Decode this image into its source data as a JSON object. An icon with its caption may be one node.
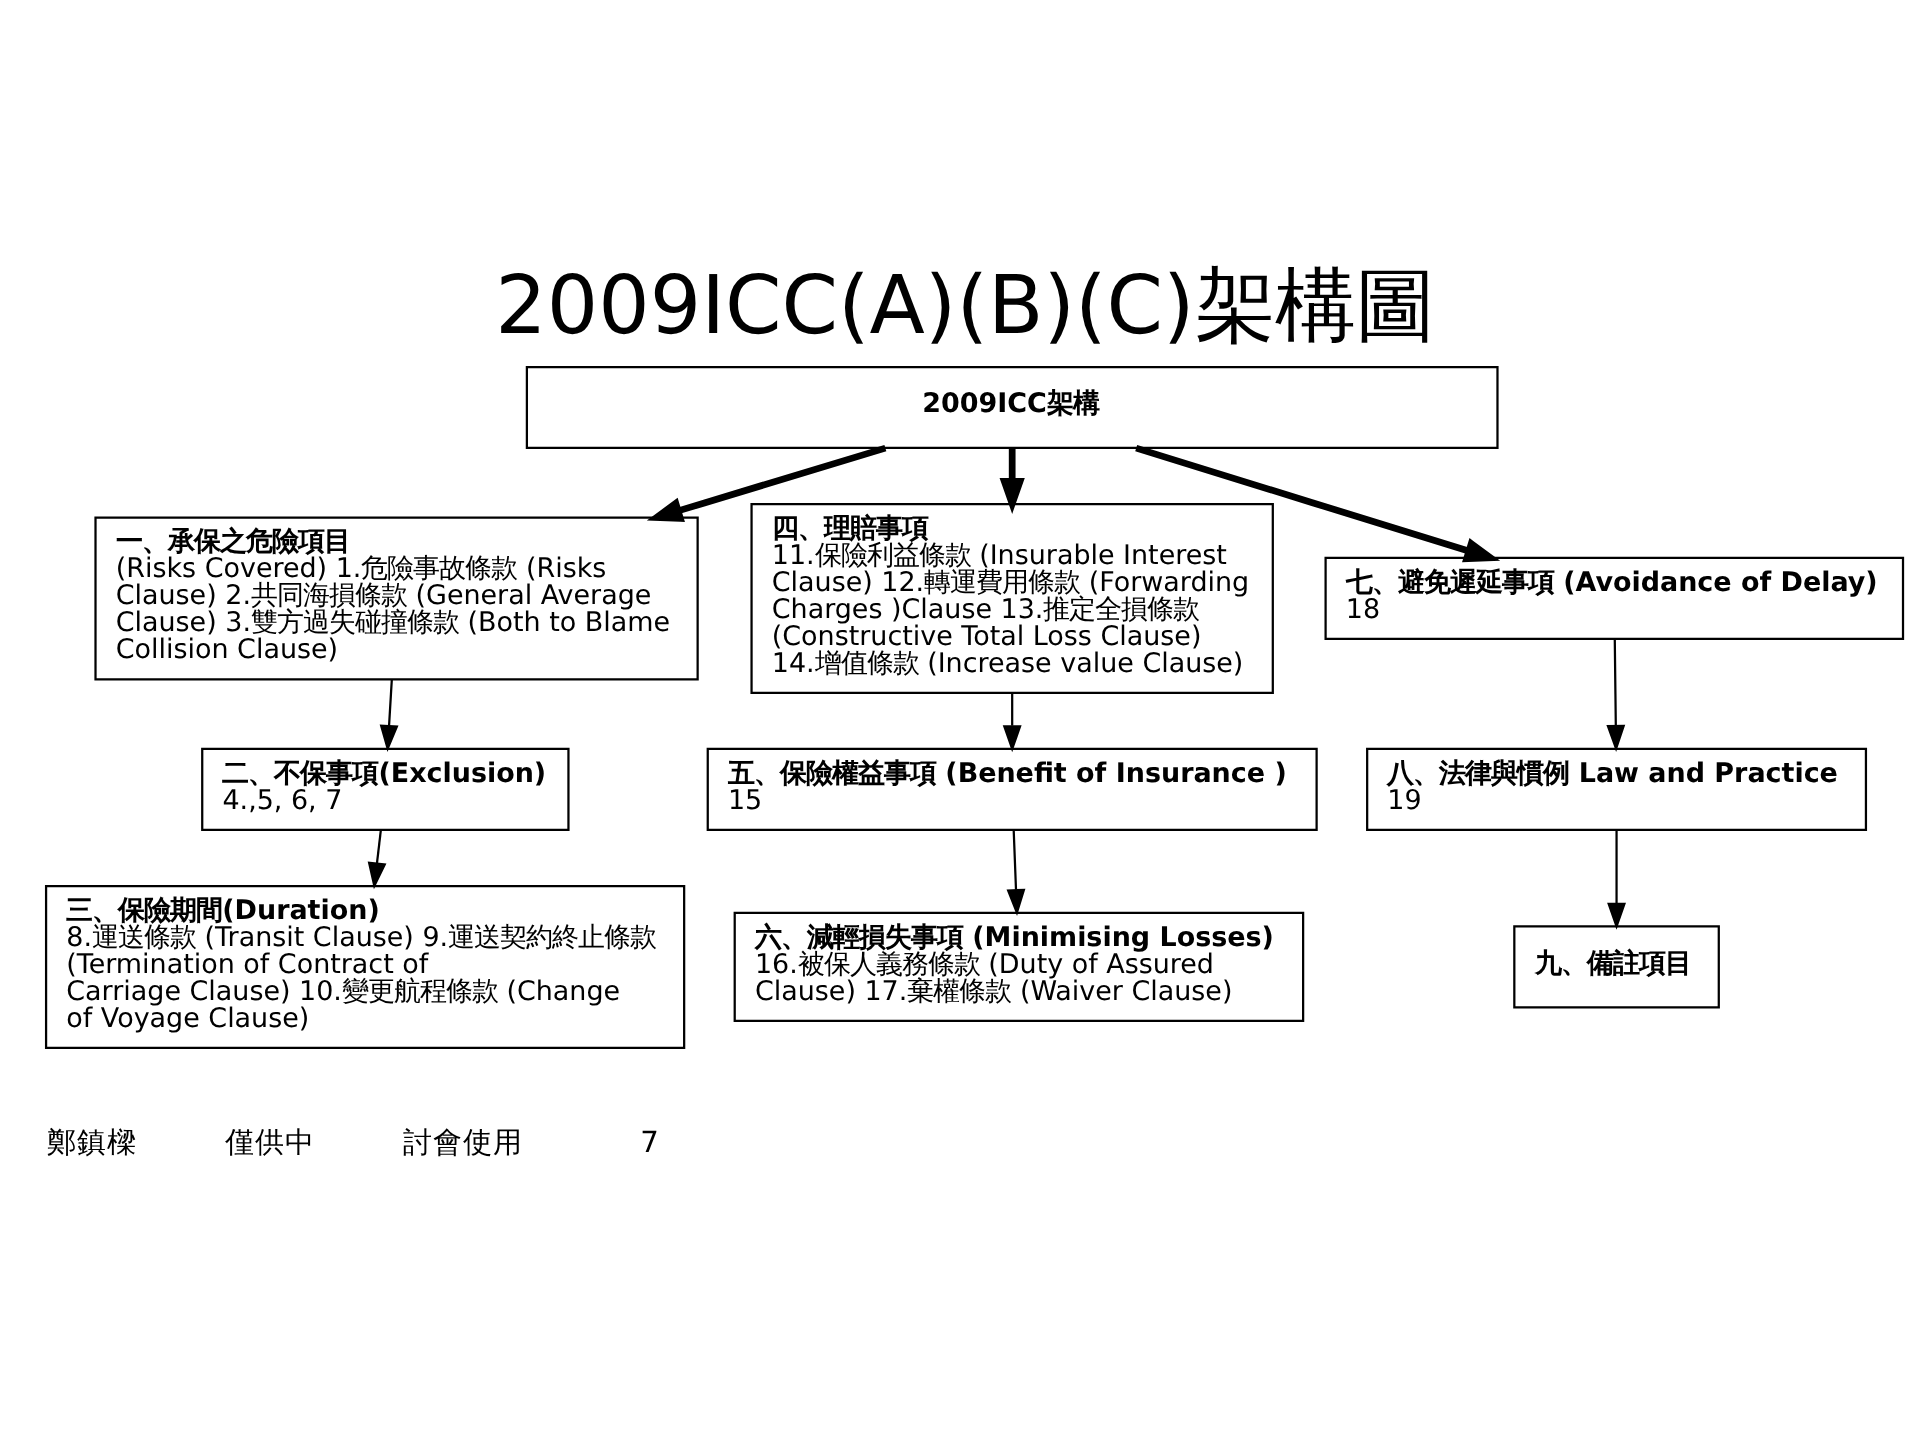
{
  "diagram": {
    "title": "2009ICC(A)(B)(C)架構圖",
    "nodes": [
      {
        "text": [
          "2009ICC架構"
        ]
      },
      {
        "text": [
          "一、承保之危險項目",
          "(Risks Covered) 1.危險事故條款 (Risks Clause) 2.共同海損條款 (General Average Clause) 3.雙方過失碰撞條款 (Both to Blame Collision Clause)"
        ]
      },
      {
        "text": [
          "二、不保事項(Exclusion)",
          "4.,5, 6, 7"
        ]
      },
      {
        "text": [
          "三、保險期間(Duration)",
          "8.運送條款 (Transit Clause) 9.運送契約終止條款 (Termination of Contract of Carriage Clause) 10.變更航程條款 (Change of Voyage Clause)"
        ]
      },
      {
        "text": [
          "四、理賠事項",
          "11.保險利益條款 (Insurable Interest Clause) 12.轉運費用條款 (Forwarding Charges )Clause 13.推定全損條款 (Constructive Total Loss Clause) 14.增值條款 (Increase value Clause)"
        ]
      },
      {
        "text": [
          "五、保險權益事項 (Benefit of Insurance )",
          "15"
        ]
      },
      {
        "text": [
          "六、減輕損失事項 (Minimising Losses)",
          "16.被保人義務條款 (Duty of Assured Clause) 17.棄權條款 (Waiver Clause)"
        ]
      },
      {
        "text": [
          "七、避免遲延事項 (Avoidance of Delay)",
          "18"
        ]
      },
      {
        "text": [
          "八、法律與慣例 Law and Practice",
          "19"
        ]
      },
      {
        "text": [
          "九、備註項目"
        ]
      }
    ],
    "edges": [
      {
        "from": 0,
        "to": 1,
        "arrow": "to",
        "style": "thick"
      },
      {
        "from": 0,
        "to": 4,
        "arrow": "to",
        "style": "thick"
      },
      {
        "from": 0,
        "to": 7,
        "arrow": "to",
        "style": "thick"
      },
      {
        "from": 1,
        "to": 2,
        "arrow": "to"
      },
      {
        "from": 2,
        "to": 3,
        "arrow": "to"
      },
      {
        "from": 4,
        "to": 5,
        "arrow": "to"
      },
      {
        "from": 5,
        "to": 6,
        "arrow": "to"
      },
      {
        "from": 7,
        "to": 8,
        "arrow": "to"
      },
      {
        "from": 8,
        "to": 9,
        "arrow": "to"
      }
    ],
    "labels": [
      "鄭鎮樑",
      "僅供中",
      "討會使用",
      "7"
    ]
  }
}
